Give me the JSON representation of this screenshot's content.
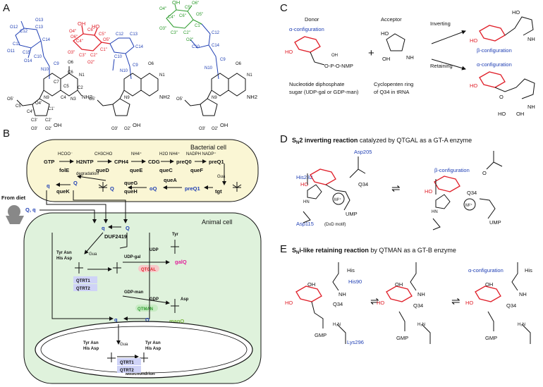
{
  "panels": {
    "a": "A",
    "b": "B",
    "c": "C",
    "d": "D",
    "e": "E"
  },
  "panel_a": {
    "atoms_left": [
      "O12",
      "C12",
      "C13",
      "O13",
      "C14",
      "C11",
      "O11",
      "C15",
      "C10",
      "O14",
      "C9",
      "N10",
      "C8",
      "C7",
      "C5",
      "N1",
      "C6",
      "O6",
      "C4",
      "N3",
      "C2",
      "NH2",
      "N9",
      "C1'",
      "O4'",
      "C4'",
      "C3'",
      "C2'",
      "O3'",
      "O2'",
      "C5'",
      "OH",
      "O5'"
    ],
    "atoms_mid_red": [
      "O4''",
      "C4''",
      "OH",
      "HO",
      "O3''",
      "C3''",
      "C2''",
      "O2''",
      "C1''",
      "C5''",
      "C6''",
      "O5''",
      "O6''"
    ],
    "atoms_right_green": [
      "O4''",
      "OH",
      "C4''",
      "C5''",
      "C6''",
      "O6''",
      "O3''",
      "C3''",
      "C2''",
      "O2''",
      "C1''",
      "O5''"
    ]
  },
  "panel_b": {
    "bacterial_cell": "Bacterial cell",
    "animal_cell": "Animal cell",
    "mitochondrion": "Mitochondrion",
    "from_diet": "From diet",
    "path_top": [
      "GTP",
      "H2NTP",
      "CPH4",
      "CDG",
      "preQ0",
      "preQ1"
    ],
    "cofactors": [
      "HCOO⁻",
      "CH3CHO",
      "NH4⁺",
      "H2O NH4⁺",
      "NADPH NADP⁺"
    ],
    "enzymes_top": [
      "folE",
      "queD",
      "queE",
      "queC",
      "queF"
    ],
    "degradation": "degradation",
    "q_small": "q",
    "Q_big": "Q",
    "oQ": "oQ",
    "preQ1_t": "preQ1",
    "gua": "Gua",
    "enzymes_bottom": [
      "queK",
      "queG",
      "queH",
      "queA",
      "tgt"
    ],
    "q_Q_diet": "Q, q",
    "duf": "DUF2419",
    "tyr": "Tyr",
    "asp": "Asp",
    "tyr_asn": "Tyr Asn",
    "his_asp": "His Asp",
    "qtrt1": "QTRT1",
    "qtrt2": "QTRT2",
    "udp_gal": "UDP-gal",
    "udp": "UDP",
    "qtgal": "QTGAL",
    "galq": "galQ",
    "gdp_man": "GDP-man",
    "gdp": "GDP",
    "qtman": "QTMAN",
    "manq": "manQ"
  },
  "panel_c": {
    "donor": "Donor",
    "acceptor": "Acceptor",
    "alpha_conf": "α-configuration",
    "beta_conf": "β-configuration",
    "inverting": "Inverting",
    "retaining": "Retaining",
    "plus": "+",
    "nmp": "O-P-O-NMP",
    "ho": "HO",
    "nh": "NH",
    "oh": "OH",
    "o": "O",
    "donor_desc_1": "Nucleotide diphosphate",
    "donor_desc_2": "sugar (UDP-gal or GDP-man)",
    "acc_desc_1": "Cyclopenten ring",
    "acc_desc_2": "of Q34 in tRNA"
  },
  "panel_d": {
    "title_pre": "S",
    "title_sub": "N",
    "title_2": "2",
    "title_rest": " inverting reaction",
    "title_mid": " catalyzed by QTGAL as a GT-A enzyme",
    "asp205": "Asp205",
    "his232": "His232",
    "asp115": "Asp115",
    "dxd": "(DxD motif)",
    "q34": "Q34",
    "ump": "UMP",
    "m2": "M²⁺",
    "beta_conf": "β-configuration",
    "hn": "HN",
    "ho": "HO",
    "o": "O"
  },
  "panel_e": {
    "title_pre": "S",
    "title_sub": "N",
    "title_i": "i",
    "title_rest": "-like retaining reaction",
    "title_mid": " by QTMAN as a GT-B enzyme",
    "his90": "His90",
    "his": "His",
    "lys296": "Lys296",
    "q34": "Q34",
    "gmp": "GMP",
    "alpha_conf": "α-configuration",
    "ho": "HO",
    "oh": "OH",
    "nh": "NH",
    "h2n": "H₂N",
    "o": "O"
  },
  "colors": {
    "blue": "#1f3fb4",
    "red": "#e0202a",
    "green": "#2a9a2a",
    "bact_fill": "#faf6d4",
    "animal_fill": "#dff2dc",
    "qtrt_fill": "#cfd3f7",
    "qtgal_fill": "#f7c9c9",
    "qtman_fill": "#c8ecc4"
  }
}
